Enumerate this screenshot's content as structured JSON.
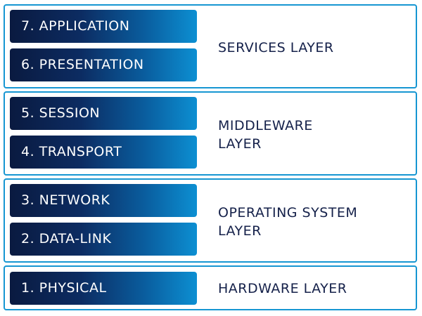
{
  "groups": [
    {
      "label": "SERVICES LAYER",
      "layers": [
        "7. APPLICATION",
        "6. PRESENTATION"
      ]
    },
    {
      "label": "MIDDLEWARE LAYER",
      "layers": [
        "5. SESSION",
        "4. TRANSPORT"
      ]
    },
    {
      "label": "OPERATING SYSTEM LAYER",
      "layers": [
        "3. NETWORK",
        "2. DATA-LINK"
      ]
    },
    {
      "label": "HARDWARE LAYER",
      "layers": [
        "1. PHYSICAL"
      ]
    }
  ],
  "colors": {
    "border": "#1696d2",
    "gradient_dark": "#0a1a40",
    "gradient_light": "#0c8fd2",
    "label_text": "#15214a"
  }
}
